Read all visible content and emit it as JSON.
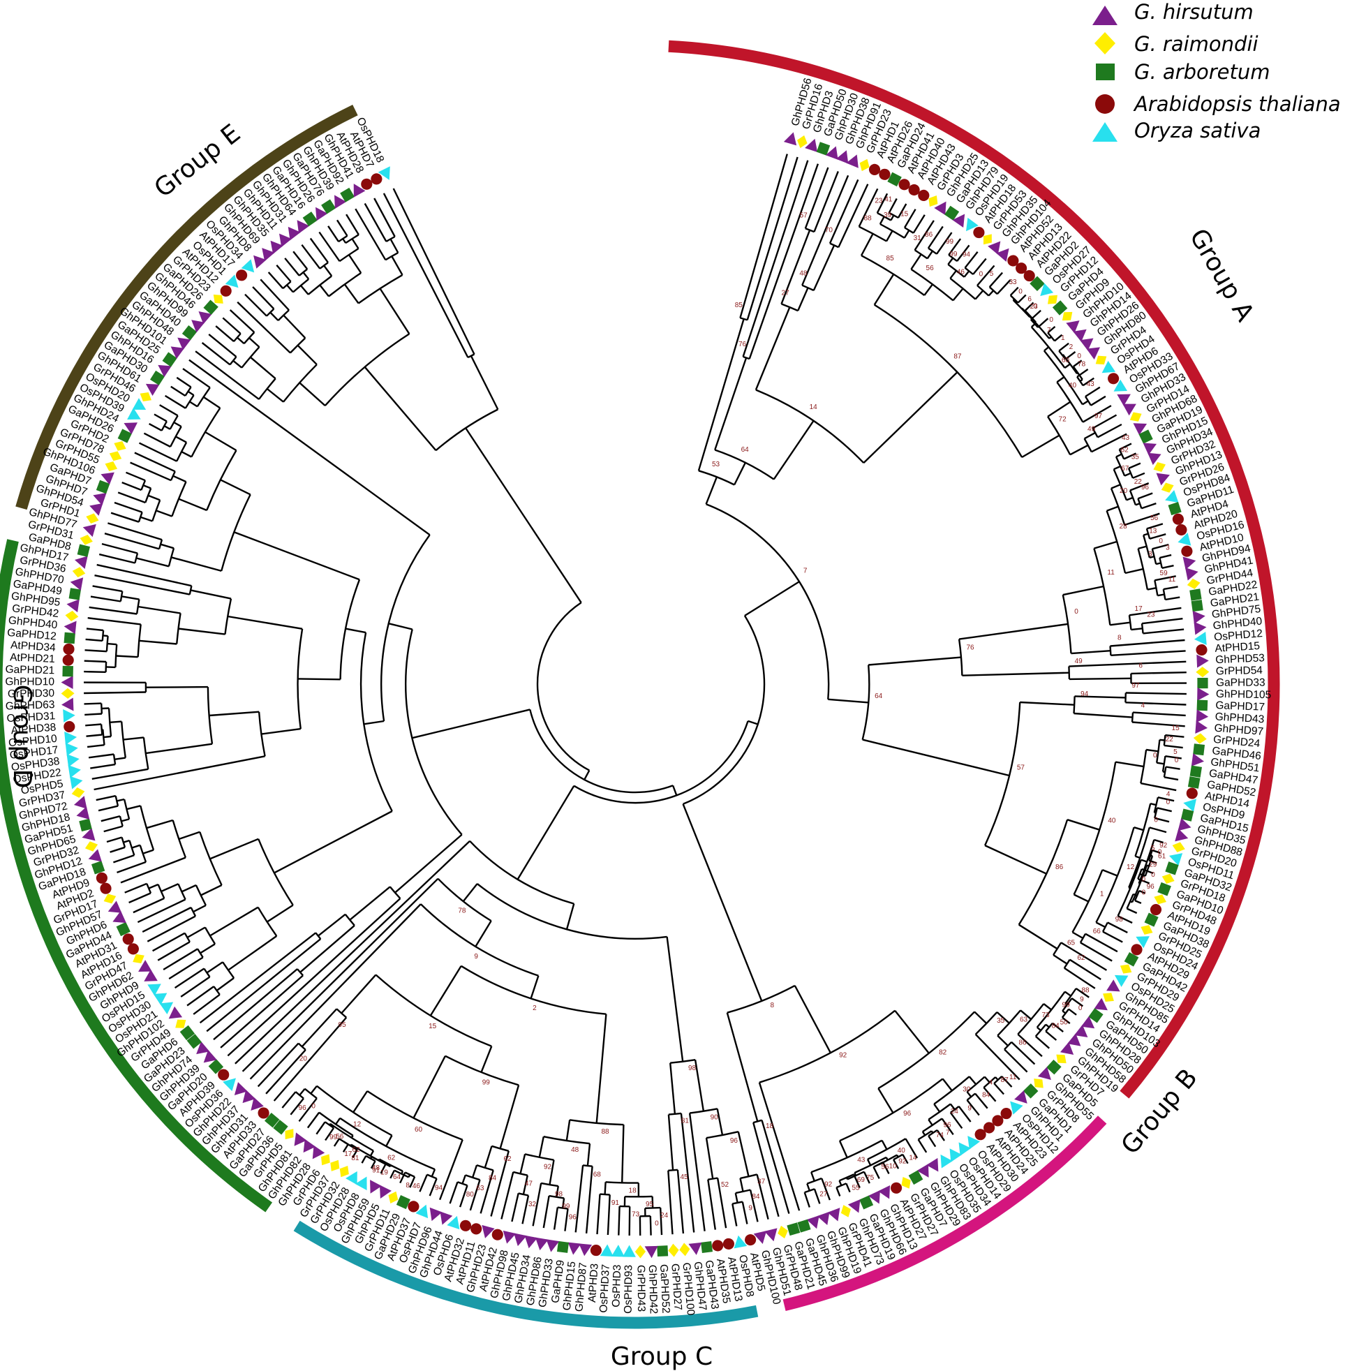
{
  "figure": {
    "legend": [
      {
        "label": "G. hirsutum",
        "shape": "triangle",
        "color": "#7b1f8c"
      },
      {
        "label": "G. raimondii",
        "shape": "diamond",
        "color": "#ffee00"
      },
      {
        "label": "G. arboretum",
        "shape": "square",
        "color": "#1f7a1f"
      },
      {
        "label": "Arabidopsis thaliana",
        "shape": "circle",
        "color": "#8b0a0a"
      },
      {
        "label": "Oryza sativa",
        "shape": "triangle-up",
        "color": "#28e0ee"
      }
    ],
    "groups": [
      {
        "name": "Group A",
        "color": "#c0152a"
      },
      {
        "name": "Group B",
        "color": "#d4157e"
      },
      {
        "name": "Group C",
        "color": "#1a9aa8"
      },
      {
        "name": "Group D",
        "color": "#1e7a1e"
      },
      {
        "name": "Group E",
        "color": "#4d4318"
      }
    ],
    "leaves": [
      "GhPHD56",
      "GrPHD16",
      "GhPHD3",
      "GaPHD50",
      "GhPHD30",
      "GhPHD38",
      "GhPHD91",
      "GrPHD23",
      "AtPHD1",
      "AtPHD26",
      "GaPHD24",
      "AtPHD41",
      "AtPHD40",
      "AtPHD43",
      "GrPHD3",
      "GhPHD25",
      "GaPHD13",
      "GhPHD79",
      "OsPHD19",
      "AtPHD18",
      "GrPHD53",
      "GhPHD35",
      "GhPHD104",
      "AtPHD52",
      "AtPHD13",
      "AtPHD22",
      "GaPHD2",
      "OsPHD27",
      "GrPHD12",
      "GaPHD4",
      "GrPHD9",
      "GhPHD10",
      "GhPHD14",
      "GhPHD26",
      "GhPHD80",
      "GrPHD4",
      "OsPHD4",
      "AtPHD6",
      "OsPHD33",
      "GhPHD67",
      "GhPHD33",
      "GrPHD14",
      "GhPHD68",
      "GaPHD19",
      "GhPHD15",
      "GhPHD34",
      "GrPHD32",
      "GhPHD13",
      "GrPHD26",
      "OsPHD84",
      "GaPHD11",
      "AtPHD4",
      "AtPHD20",
      "OsPHD16",
      "AtPHD10",
      "GhPHD94",
      "GhPHD41",
      "GrPHD44",
      "GaPHD22",
      "GaPHD21",
      "GhPHD75",
      "GhPHD40",
      "OsPHD12",
      "AtPHD15",
      "GhPHD53",
      "GrPHD54",
      "GaPHD33",
      "GhPHD105",
      "GaPHD17",
      "GhPHD43",
      "GhPHD97",
      "GrPHD24",
      "GaPHD46",
      "GhPHD51",
      "GaPHD47",
      "GaPHD52",
      "AtPHD14",
      "OsPHD9",
      "GaPHD15",
      "GhPHD35",
      "GhPHD88",
      "GrPHD20",
      "OsPHD11",
      "GaPHD32",
      "GrPHD18",
      "GaPHD10",
      "GrPHD48",
      "AtPHD19",
      "GaPHD38",
      "GrPHD25",
      "OsPHD24",
      "AtPHD29",
      "GaPHD42",
      "GrPHD29",
      "OsPHD25",
      "GhPHD85",
      "GrPHD14",
      "GhPHD103",
      "GaPHD50",
      "GhPHD28",
      "GhPHD50",
      "GhPHD58",
      "GhPHD19",
      "GrPHD7",
      "GaPHD5",
      "GhPHD55",
      "GrPHD8",
      "GaPHD1",
      "GhPHD1",
      "OsPHD12",
      "AtPHD23",
      "AtPHD25",
      "AtPHD24",
      "AtPHD30",
      "OsPHD29",
      "OsPHD14",
      "OsPHD34",
      "OsPHD35",
      "GhPHD83",
      "GhPHD29",
      "GaPHD7",
      "GrPHD27",
      "AtPHD27",
      "GhPHD13",
      "GhPHD66",
      "GaPHD19",
      "GhPHD73",
      "GrPHD41",
      "GhPHD19",
      "GhPHD99",
      "GhPHD36",
      "GaPHD45",
      "GaPHD21",
      "GrPHD48",
      "GhPHD51",
      "GhPHD100",
      "AtPHD5",
      "OsPHD8",
      "AtPHD13",
      "AtPHD35",
      "GaPHD43",
      "GhPHD47",
      "GrPHD100",
      "GrPHD27",
      "GaPHD52",
      "GhPHD42",
      "GrPHD43",
      "OsPHD93",
      "OsPHD3",
      "OsPHD37",
      "AtPHD3",
      "GhPHD87",
      "GhPHD15",
      "GaPHD9",
      "GhPHD33",
      "GhPHD86",
      "GhPHD34",
      "GhPHD45",
      "GhPHD98",
      "AtPHD42",
      "GhPHD23",
      "AtPHD11",
      "AtPHD32",
      "OsPHD6",
      "GhPHD44",
      "GhPHD96",
      "OsPHD7",
      "AtPHD37",
      "GaPHD29",
      "GrPHD11",
      "GhPHD5",
      "GhPHD59",
      "OsPHD8",
      "OsPHD28",
      "GrPHD32",
      "GrPHD37",
      "GrPHD6",
      "GhPHD28",
      "GhPHD82",
      "GhPHD81",
      "GrPHD5",
      "GaPHD36",
      "GaPHD27",
      "AtPHD33",
      "GhPHD31",
      "GhPHD37",
      "GhPHD22",
      "OsPHD36",
      "AtPHD39",
      "GaPHD20",
      "GhPHD39",
      "GhPHD74",
      "GaPHD23",
      "GaPHD6",
      "GrPHD49",
      "GhPHD102",
      "OsPHD21",
      "OsPHD30",
      "OsPHD15",
      "GhPHD9",
      "GhPHD62",
      "GrPHD47",
      "AtPHD16",
      "AtPHD31",
      "GaPHD44",
      "GhPHD6",
      "GhPHD57",
      "GrPHD17",
      "AtPHD2",
      "AtPHD9",
      "GaPHD18",
      "GhPHD12",
      "GrPHD32",
      "GhPHD65",
      "GaPHD51",
      "GhPHD18",
      "GhPHD72",
      "GrPHD37",
      "OsPHD5",
      "OsPHD22",
      "OsPHD38",
      "OsPHD17",
      "OsPHD10",
      "AtPHD38",
      "OsPHD31",
      "GhPHD63",
      "GrPHD30",
      "GhPHD10",
      "GaPHD21",
      "AtPHD21",
      "AtPHD34",
      "GaPHD12",
      "GhPHD40",
      "GrPHD42",
      "GhPHD95",
      "GaPHD49",
      "GhPHD70",
      "GrPHD36",
      "GhPHD17",
      "GaPHD8",
      "GrPHD31",
      "GhPHD77",
      "GrPHD1",
      "GhPHD54",
      "GhPHD7",
      "GaPHD7",
      "GhPHD106",
      "GrPHD55",
      "GrPHD78",
      "GrPHD2",
      "GaPHD26",
      "GhPHD24",
      "OsPHD39",
      "OsPHD20",
      "GrPHD46",
      "GhPHD61",
      "GaPHD30",
      "GhPHD16",
      "GaPHD25",
      "GhPHD101",
      "GhPHD48",
      "GaPHD40",
      "GhPHD99",
      "GhPHD46",
      "GaPHD26",
      "GrPHD23",
      "AtPHD12",
      "OsPHD1",
      "AtPHD17",
      "OsPHD34",
      "GhPHD8",
      "GhPHD69",
      "GhPHD35",
      "GhPHD11",
      "GhPHD31",
      "GhPHD64",
      "GaPHD16",
      "GhPHD26",
      "GaPHD76",
      "GhPHD39",
      "GaPHD92",
      "GhPHD41",
      "AtPHD28",
      "AtPHD7",
      "OsPHD18"
    ],
    "bootstrap": [
      "85",
      "76",
      "57",
      "70",
      "48",
      "27",
      "41",
      "23",
      "15",
      "39",
      "88",
      "86",
      "31",
      "99",
      "94",
      "99",
      "5",
      "0",
      "46",
      "56",
      "85",
      "33",
      "23",
      "6",
      "0",
      "0",
      "0",
      "1",
      "78",
      "0",
      "2",
      "7",
      "43",
      "60",
      "40",
      "97",
      "49",
      "72",
      "87",
      "14",
      "64",
      "53",
      "43",
      "35",
      "62",
      "96",
      "22",
      "67",
      "20",
      "56",
      "3",
      "0",
      "13",
      "11",
      "59",
      "3",
      "28",
      "23",
      "17",
      "11",
      "8",
      "0",
      "6",
      "49",
      "76",
      "97",
      "4",
      "94",
      "15",
      "0",
      "5",
      "22",
      "0",
      "0",
      "4",
      "92",
      "29",
      "61",
      "96",
      "0",
      "0",
      "0",
      "0",
      "5",
      "0",
      "98",
      "12",
      "66",
      "1",
      "40",
      "62",
      "65",
      "86",
      "57",
      "64",
      "7",
      "0",
      "9",
      "88",
      "50",
      "84",
      "99",
      "73",
      "86",
      "63",
      "35",
      "11",
      "87",
      "84",
      "4",
      "9",
      "7",
      "74",
      "96",
      "24",
      "30",
      "14",
      "10",
      "92",
      "55",
      "69",
      "75",
      "56",
      "40",
      "27",
      "92",
      "43",
      "96",
      "82",
      "92",
      "18",
      "8",
      "9",
      "84",
      "37",
      "52",
      "96",
      "90",
      "45",
      "81",
      "98",
      "0",
      "24",
      "73",
      "95",
      "91",
      "18",
      "68",
      "96",
      "99",
      "98",
      "32",
      "47",
      "92",
      "48",
      "88",
      "80",
      "63",
      "84",
      "62",
      "94",
      "46",
      "8",
      "91",
      "19",
      "64",
      "17",
      "81",
      "48",
      "99",
      "62",
      "56",
      "62",
      "96",
      "0",
      "12",
      "60",
      "99",
      "20",
      "95",
      "15",
      "2",
      "9",
      "78"
    ]
  }
}
